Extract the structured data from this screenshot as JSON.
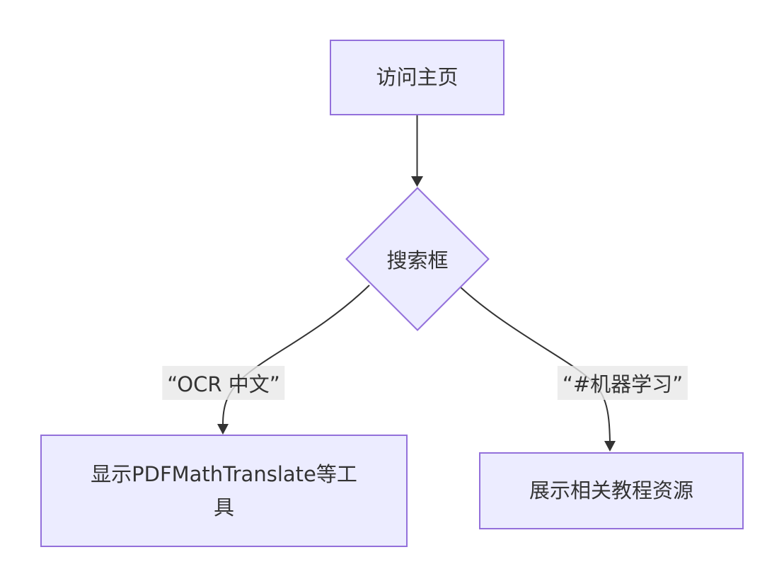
{
  "flowchart": {
    "type": "flowchart",
    "direction": "top-down",
    "nodes": [
      {
        "id": "A",
        "shape": "rectangle",
        "label": "访问主页"
      },
      {
        "id": "B",
        "shape": "diamond",
        "label": "搜索框"
      },
      {
        "id": "C",
        "shape": "rectangle",
        "label": "显示PDFMathTranslate等工具"
      },
      {
        "id": "D",
        "shape": "rectangle",
        "label": "展示相关教程资源"
      }
    ],
    "edges": [
      {
        "from": "A",
        "to": "B",
        "label": ""
      },
      {
        "from": "B",
        "to": "C",
        "label": "“OCR 中文”"
      },
      {
        "from": "B",
        "to": "D",
        "label": "“#机器学习”"
      }
    ],
    "colors": {
      "node_fill": "#ECECFF",
      "node_border": "#9370DB",
      "edge_line": "#333333",
      "edge_label_background": "#E8E8E8",
      "text": "#333333",
      "canvas_background": "#FFFFFF"
    }
  }
}
